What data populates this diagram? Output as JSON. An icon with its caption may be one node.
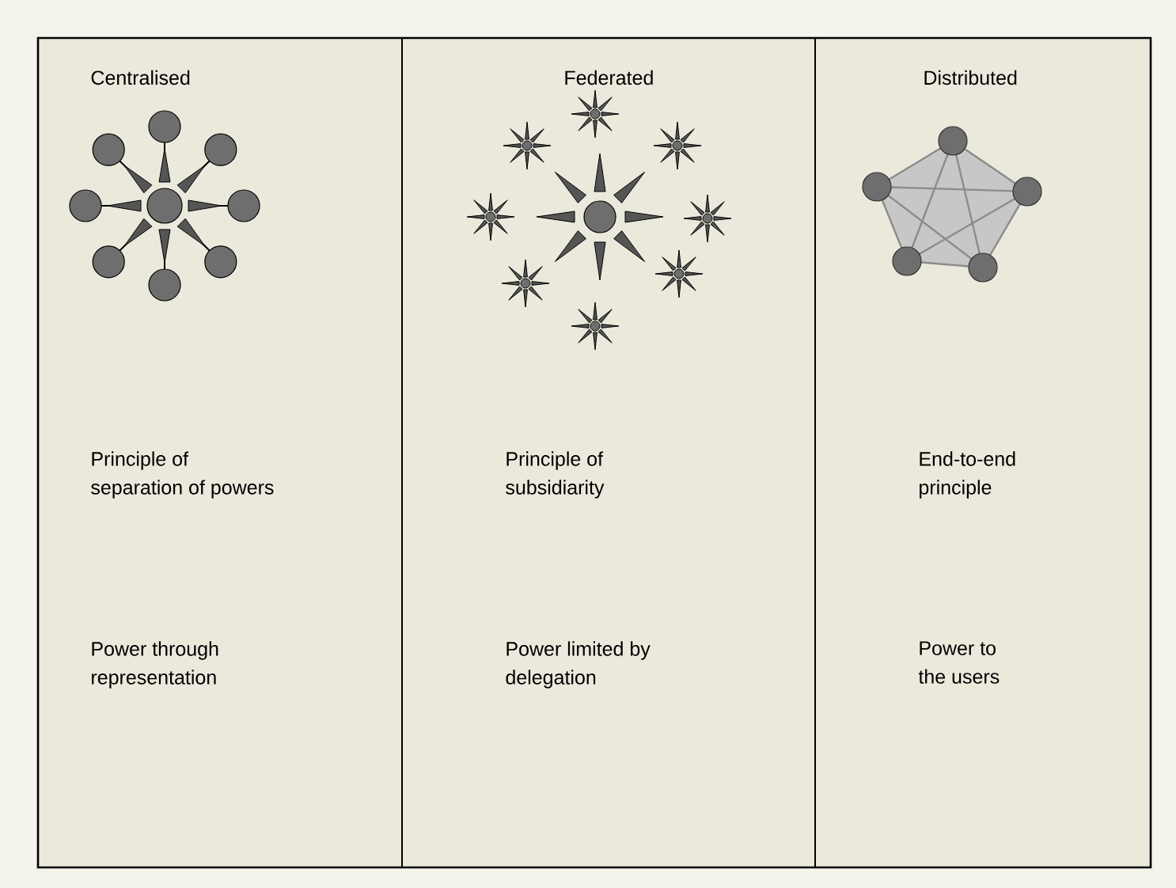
{
  "diagram": {
    "nodes": [
      {
        "text": [
          "Centralised",
          "Principle of separation of powers",
          "Power through representation"
        ]
      },
      {
        "text": [
          "Federated",
          "Principle of subsidiarity",
          "Power limited by delegation"
        ]
      },
      {
        "text": [
          "Distributed",
          "End-to-end principle",
          "Power to the users"
        ]
      }
    ]
  }
}
